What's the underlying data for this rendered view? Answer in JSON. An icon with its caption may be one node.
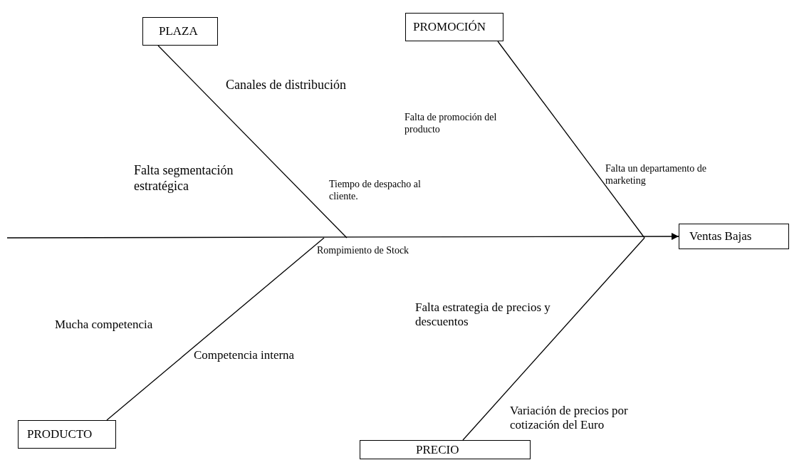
{
  "diagram": {
    "nodes": [
      {
        "text": [
          "PLAZA"
        ]
      },
      {
        "text": [
          "PROMOCIÓN"
        ]
      },
      {
        "text": [
          "Ventas Bajas"
        ]
      },
      {
        "text": [
          "PRODUCTO"
        ]
      },
      {
        "text": [
          "PRECIO"
        ]
      }
    ],
    "edges": [
      {
        "from": null,
        "to": 2,
        "arrow": "to"
      },
      {
        "from": 0,
        "to": null,
        "arrow": "none"
      },
      {
        "from": 1,
        "to": null,
        "arrow": "none"
      },
      {
        "from": 3,
        "to": null,
        "arrow": "none"
      },
      {
        "from": 4,
        "to": null,
        "arrow": "none"
      }
    ],
    "labels": [
      "Canales de distribución",
      "Falta de promoción del producto",
      "Falta segmentación estratégica",
      "Tiempo de despacho al cliente.",
      "Falta un departamento de marketing",
      "Rompimiento de Stock",
      "Falta estrategia de precios y descuentos",
      "Mucha competencia",
      "Competencia interna",
      "Variación de precios por cotización del Euro"
    ]
  }
}
